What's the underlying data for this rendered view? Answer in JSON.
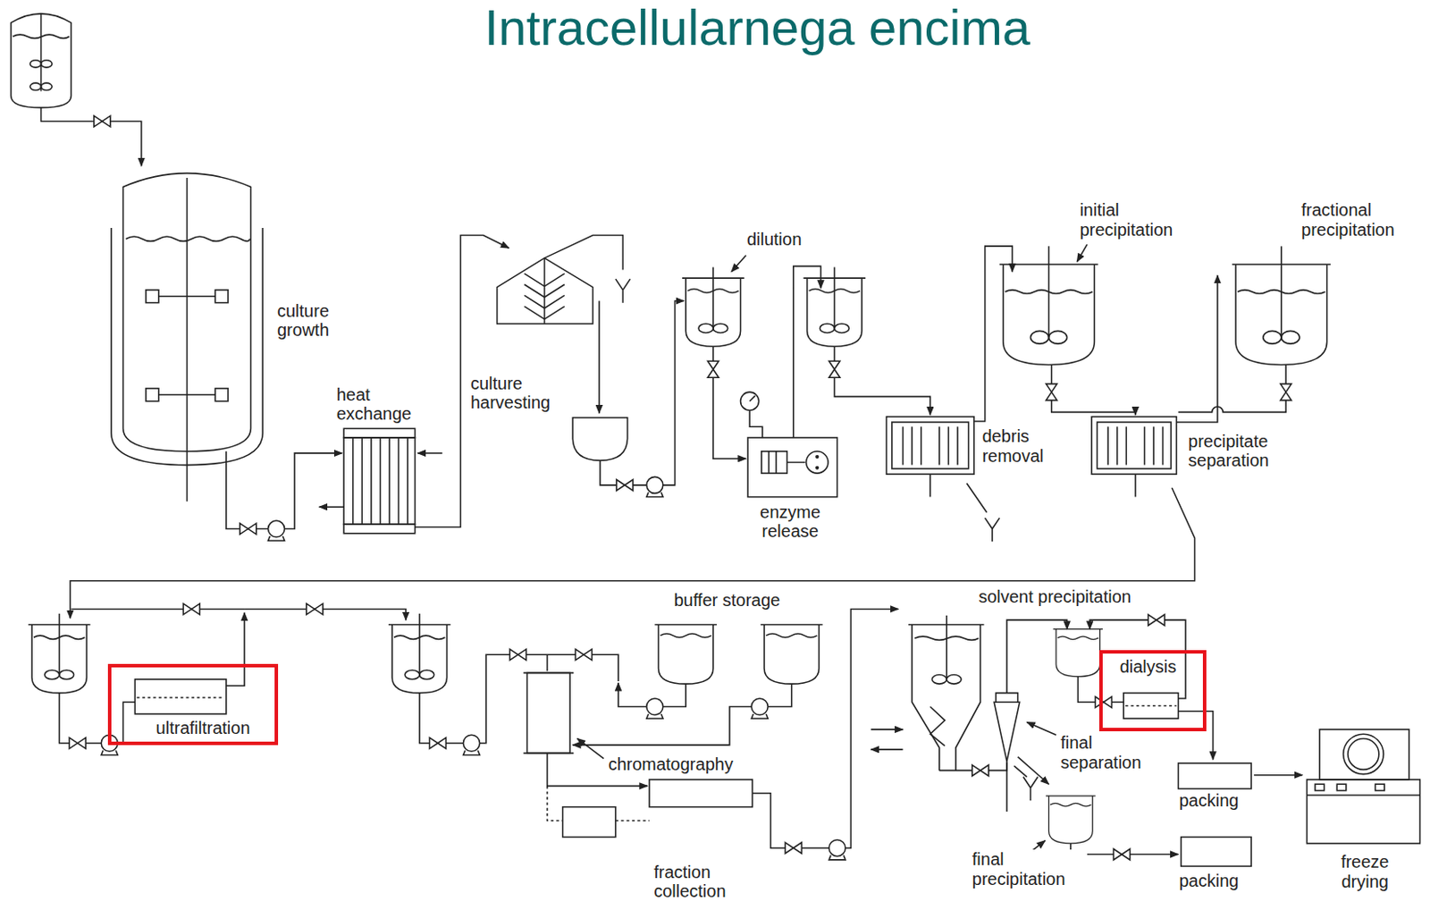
{
  "diagram": {
    "title": "Intracellularnega encima",
    "nodes": [
      {
        "text": [
          "ultrafiltration"
        ]
      },
      {
        "text": [
          "dialysis"
        ]
      }
    ],
    "labels": [
      "culture growth",
      "heat exchange",
      "culture harvesting",
      "dilution",
      "enzyme release",
      "debris removal",
      "initial precipitation",
      "fractional precipitation",
      "precipitate separation",
      "buffer storage",
      "chromatography",
      "fraction collection",
      "solvent precipitation",
      "final separation",
      "final precipitation",
      "packing",
      "packing",
      "freeze drying"
    ]
  }
}
